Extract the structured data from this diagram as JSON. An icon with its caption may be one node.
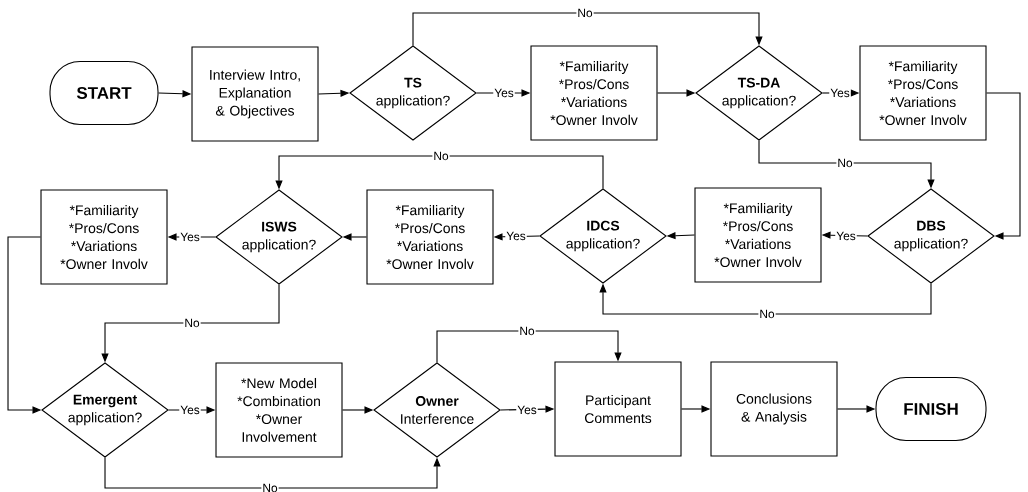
{
  "diagram": {
    "nodes": [
      {
        "text": [
          "START"
        ]
      },
      {
        "text": [
          "Interview Intro, Explanation & Objectives"
        ]
      },
      {
        "text": [
          "TS",
          "application?"
        ]
      },
      {
        "text": [
          "*Familiarity *Pros/Cons *Variations *Owner Involv"
        ]
      },
      {
        "text": [
          "TS-DA",
          "application?"
        ]
      },
      {
        "text": [
          "*Familiarity *Pros/Cons *Variations *Owner Involv"
        ]
      },
      {
        "text": [
          "DBS",
          "application?"
        ]
      },
      {
        "text": [
          "*Familiarity *Pros/Cons *Variations *Owner Involv"
        ]
      },
      {
        "text": [
          "IDCS",
          "application?"
        ]
      },
      {
        "text": [
          "*Familiarity *Pros/Cons *Variations *Owner Involv"
        ]
      },
      {
        "text": [
          "ISWS",
          "application?"
        ]
      },
      {
        "text": [
          "*Familiarity *Pros/Cons *Variations *Owner Involv"
        ]
      },
      {
        "text": [
          "Emergent",
          "application?"
        ]
      },
      {
        "text": [
          "*New Model *Combination *Owner Involvement"
        ]
      },
      {
        "text": [
          "Owner",
          "Interference"
        ]
      },
      {
        "text": [
          "Participant Comments"
        ]
      },
      {
        "text": [
          "Conclusions & Analysis"
        ]
      },
      {
        "text": [
          "FINISH"
        ]
      }
    ],
    "edges": [
      {
        "from": 0,
        "to": 1,
        "arrow": "to"
      },
      {
        "from": 1,
        "to": 2,
        "arrow": "to"
      },
      {
        "from": 2,
        "to": 3,
        "arrow": "to",
        "label": "Yes"
      },
      {
        "from": 2,
        "to": 4,
        "arrow": "to",
        "label": "No"
      },
      {
        "from": 3,
        "to": 4,
        "arrow": "to"
      },
      {
        "from": 4,
        "to": 5,
        "arrow": "to",
        "label": "Yes"
      },
      {
        "from": 4,
        "to": 6,
        "arrow": "to",
        "label": "No"
      },
      {
        "from": 5,
        "to": 6,
        "arrow": "to"
      },
      {
        "from": 6,
        "to": 7,
        "arrow": "to",
        "label": "Yes"
      },
      {
        "from": 6,
        "to": 8,
        "arrow": "to",
        "label": "No"
      },
      {
        "from": 7,
        "to": 8,
        "arrow": "to"
      },
      {
        "from": 8,
        "to": 9,
        "arrow": "to",
        "label": "Yes"
      },
      {
        "from": 8,
        "to": 10,
        "arrow": "to",
        "label": "No"
      },
      {
        "from": 9,
        "to": 10,
        "arrow": "to"
      },
      {
        "from": 10,
        "to": 11,
        "arrow": "to",
        "label": "Yes"
      },
      {
        "from": 10,
        "to": 12,
        "arrow": "to",
        "label": "No"
      },
      {
        "from": 11,
        "to": 12,
        "arrow": "to"
      },
      {
        "from": 12,
        "to": 13,
        "arrow": "to",
        "label": "Yes"
      },
      {
        "from": 12,
        "to": 14,
        "arrow": "to",
        "label": "No"
      },
      {
        "from": 13,
        "to": 14,
        "arrow": "to"
      },
      {
        "from": 14,
        "to": 15,
        "arrow": "to",
        "label": "Yes"
      },
      {
        "from": 14,
        "to": 15,
        "arrow": "to",
        "label": "No"
      },
      {
        "from": 15,
        "to": 16,
        "arrow": "to"
      },
      {
        "from": 16,
        "to": 17,
        "arrow": "to"
      }
    ]
  }
}
